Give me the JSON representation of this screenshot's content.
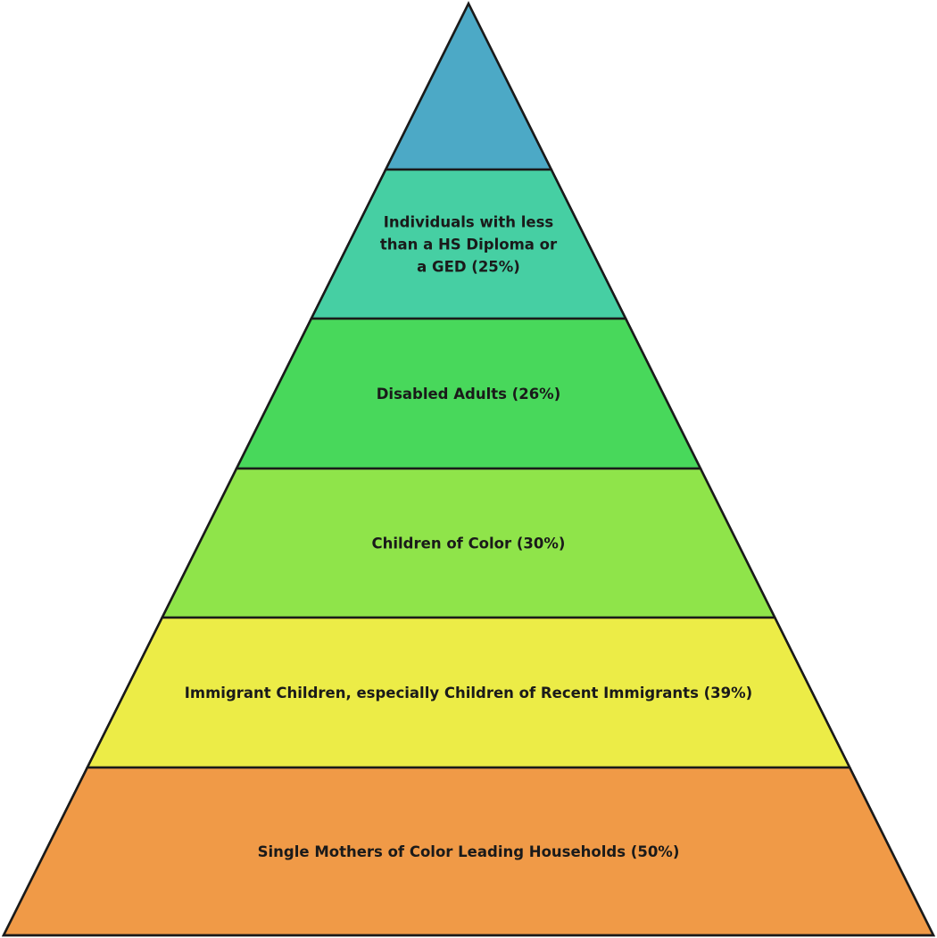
{
  "diagram": {
    "type": "pyramid",
    "outline_color": "#1a1a1a",
    "tiers": [
      {
        "id": "top",
        "lines": [],
        "color": "#4ca9c6"
      },
      {
        "id": "hs-diploma",
        "lines": [
          "Individuals with less",
          "than a HS Diploma or",
          "a GED (25%)"
        ],
        "color": "#46cfa3"
      },
      {
        "id": "disabled-adults",
        "lines": [
          "Disabled Adults (26%)"
        ],
        "color": "#48d85b"
      },
      {
        "id": "children-of-color",
        "lines": [
          "Children of Color (30%)"
        ],
        "color": "#8fe44a"
      },
      {
        "id": "immigrant-children",
        "lines": [
          "Immigrant Children, especially Children of Recent Immigrants (39%)"
        ],
        "color": "#ecec47"
      },
      {
        "id": "single-mothers",
        "lines": [
          "Single Mothers of Color Leading Households (50%)"
        ],
        "color": "#f09a47"
      }
    ]
  }
}
